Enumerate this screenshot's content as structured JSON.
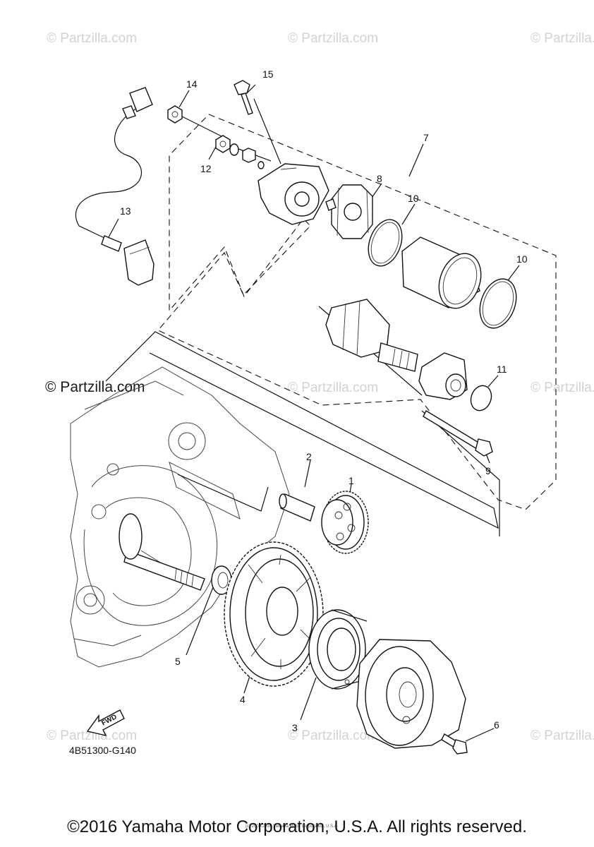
{
  "watermark_text": "© Partzilla.com",
  "diagram_code": "4B51300-G140",
  "fwd_label": "FWD",
  "fine_print": "(c) 2005-2016 Yamaha Motor Corporation, U.S.A.",
  "copyright": "©2016 Yamaha Motor Corporation, U.S.A. All rights reserved.",
  "callouts": [
    "1",
    "2",
    "3",
    "4",
    "5",
    "6",
    "7",
    "8",
    "9",
    "10",
    "10",
    "11",
    "12",
    "13",
    "14",
    "15"
  ]
}
